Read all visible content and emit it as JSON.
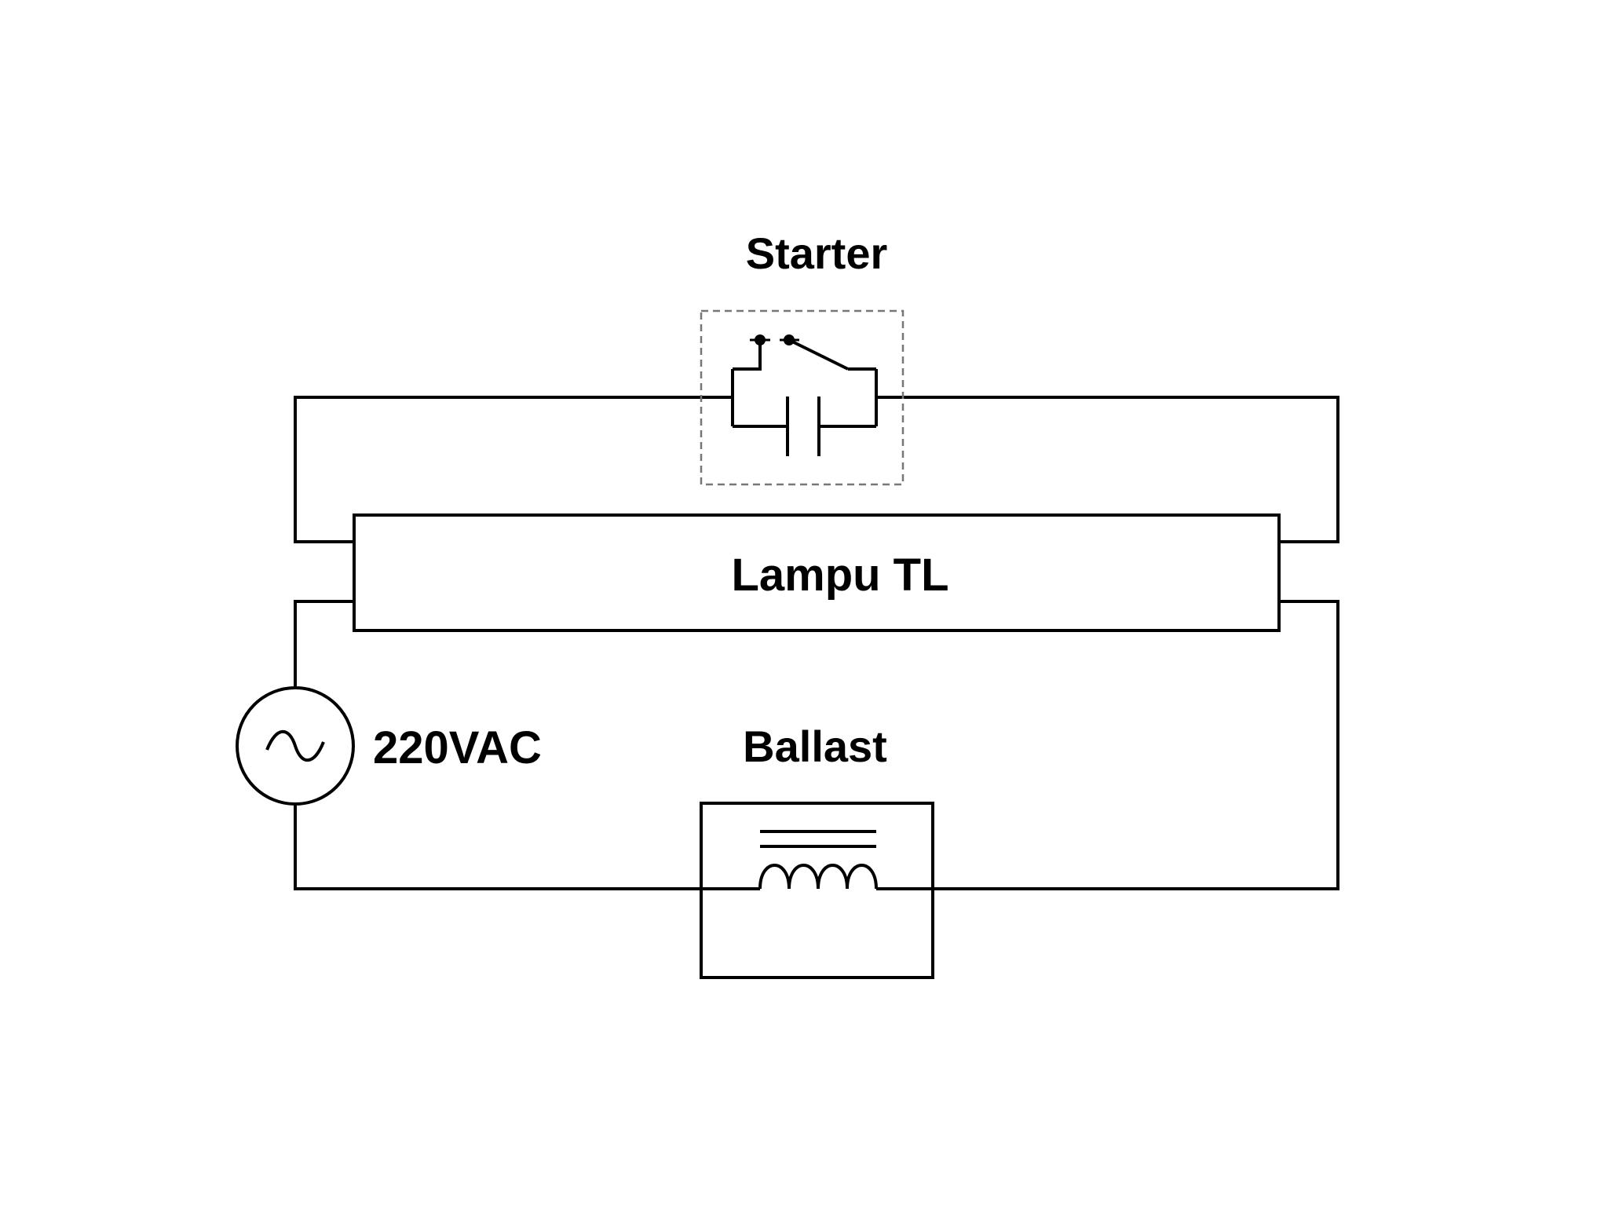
{
  "labels": {
    "starter": "Starter",
    "lamp": "Lampu TL",
    "source": "220VAC",
    "ballast": "Ballast"
  },
  "colors": {
    "line": "#000000",
    "dashed_box": "#777777",
    "background": "#ffffff"
  }
}
